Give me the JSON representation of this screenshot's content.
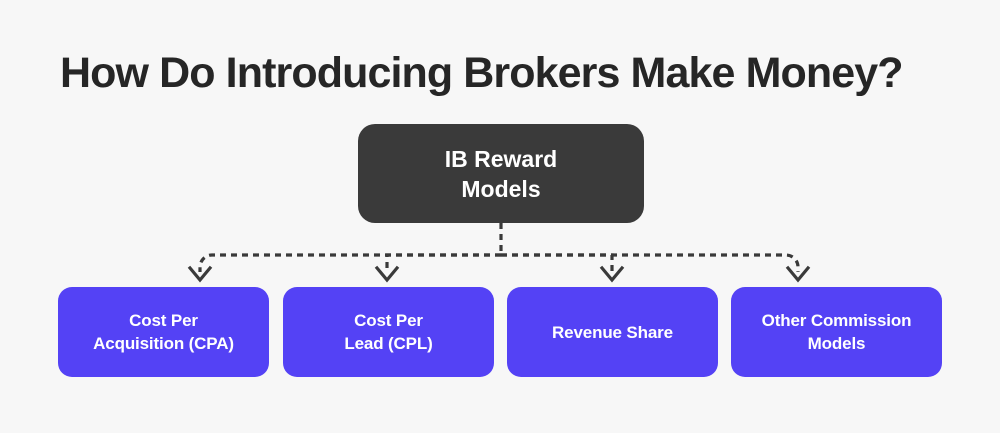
{
  "page": {
    "title": "How Do Introducing Brokers Make Money?",
    "background_color": "#f7f7f7",
    "title_color": "#262626"
  },
  "diagram": {
    "type": "hierarchy-tree",
    "connector_style": "dashed-elbow-with-arrowheads",
    "connector_color": "#3a3a3a",
    "root": {
      "label": "IB Reward\nModels",
      "line_1": "IB Reward",
      "line_2": "Models",
      "background_color": "#3a3a3a",
      "text_color": "#ffffff"
    },
    "children": [
      {
        "label": "Cost Per\nAcquisition (CPA)",
        "line_1": "Cost Per",
        "line_2": "Acquisition (CPA)",
        "background_color": "#5442f5",
        "text_color": "#ffffff"
      },
      {
        "label": "Cost Per\nLead (CPL)",
        "line_1": "Cost Per",
        "line_2": "Lead (CPL)",
        "background_color": "#5442f5",
        "text_color": "#ffffff"
      },
      {
        "label": "Revenue Share",
        "line_1": "Revenue Share",
        "line_2": "",
        "background_color": "#5442f5",
        "text_color": "#ffffff"
      },
      {
        "label": "Other Commission\nModels",
        "line_1": "Other Commission",
        "line_2": "Models",
        "background_color": "#5442f5",
        "text_color": "#ffffff"
      }
    ]
  }
}
